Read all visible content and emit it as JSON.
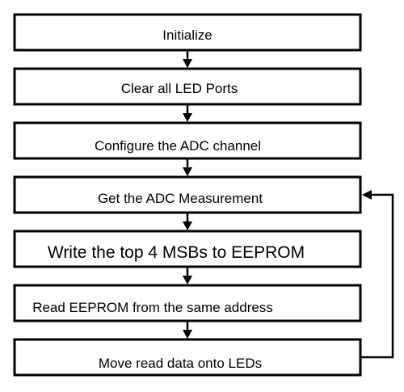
{
  "flowchart": {
    "steps": [
      {
        "label": "Initialize"
      },
      {
        "label": "Clear all LED Ports"
      },
      {
        "label": "Configure the ADC channel"
      },
      {
        "label": "Get the ADC Measurement"
      },
      {
        "label": "Write the top 4 MSBs to EEPROM"
      },
      {
        "label": "Read EEPROM from the same address"
      },
      {
        "label": "Move read data onto LEDs"
      }
    ],
    "loop": {
      "from_step": 7,
      "to_step": 4
    }
  }
}
